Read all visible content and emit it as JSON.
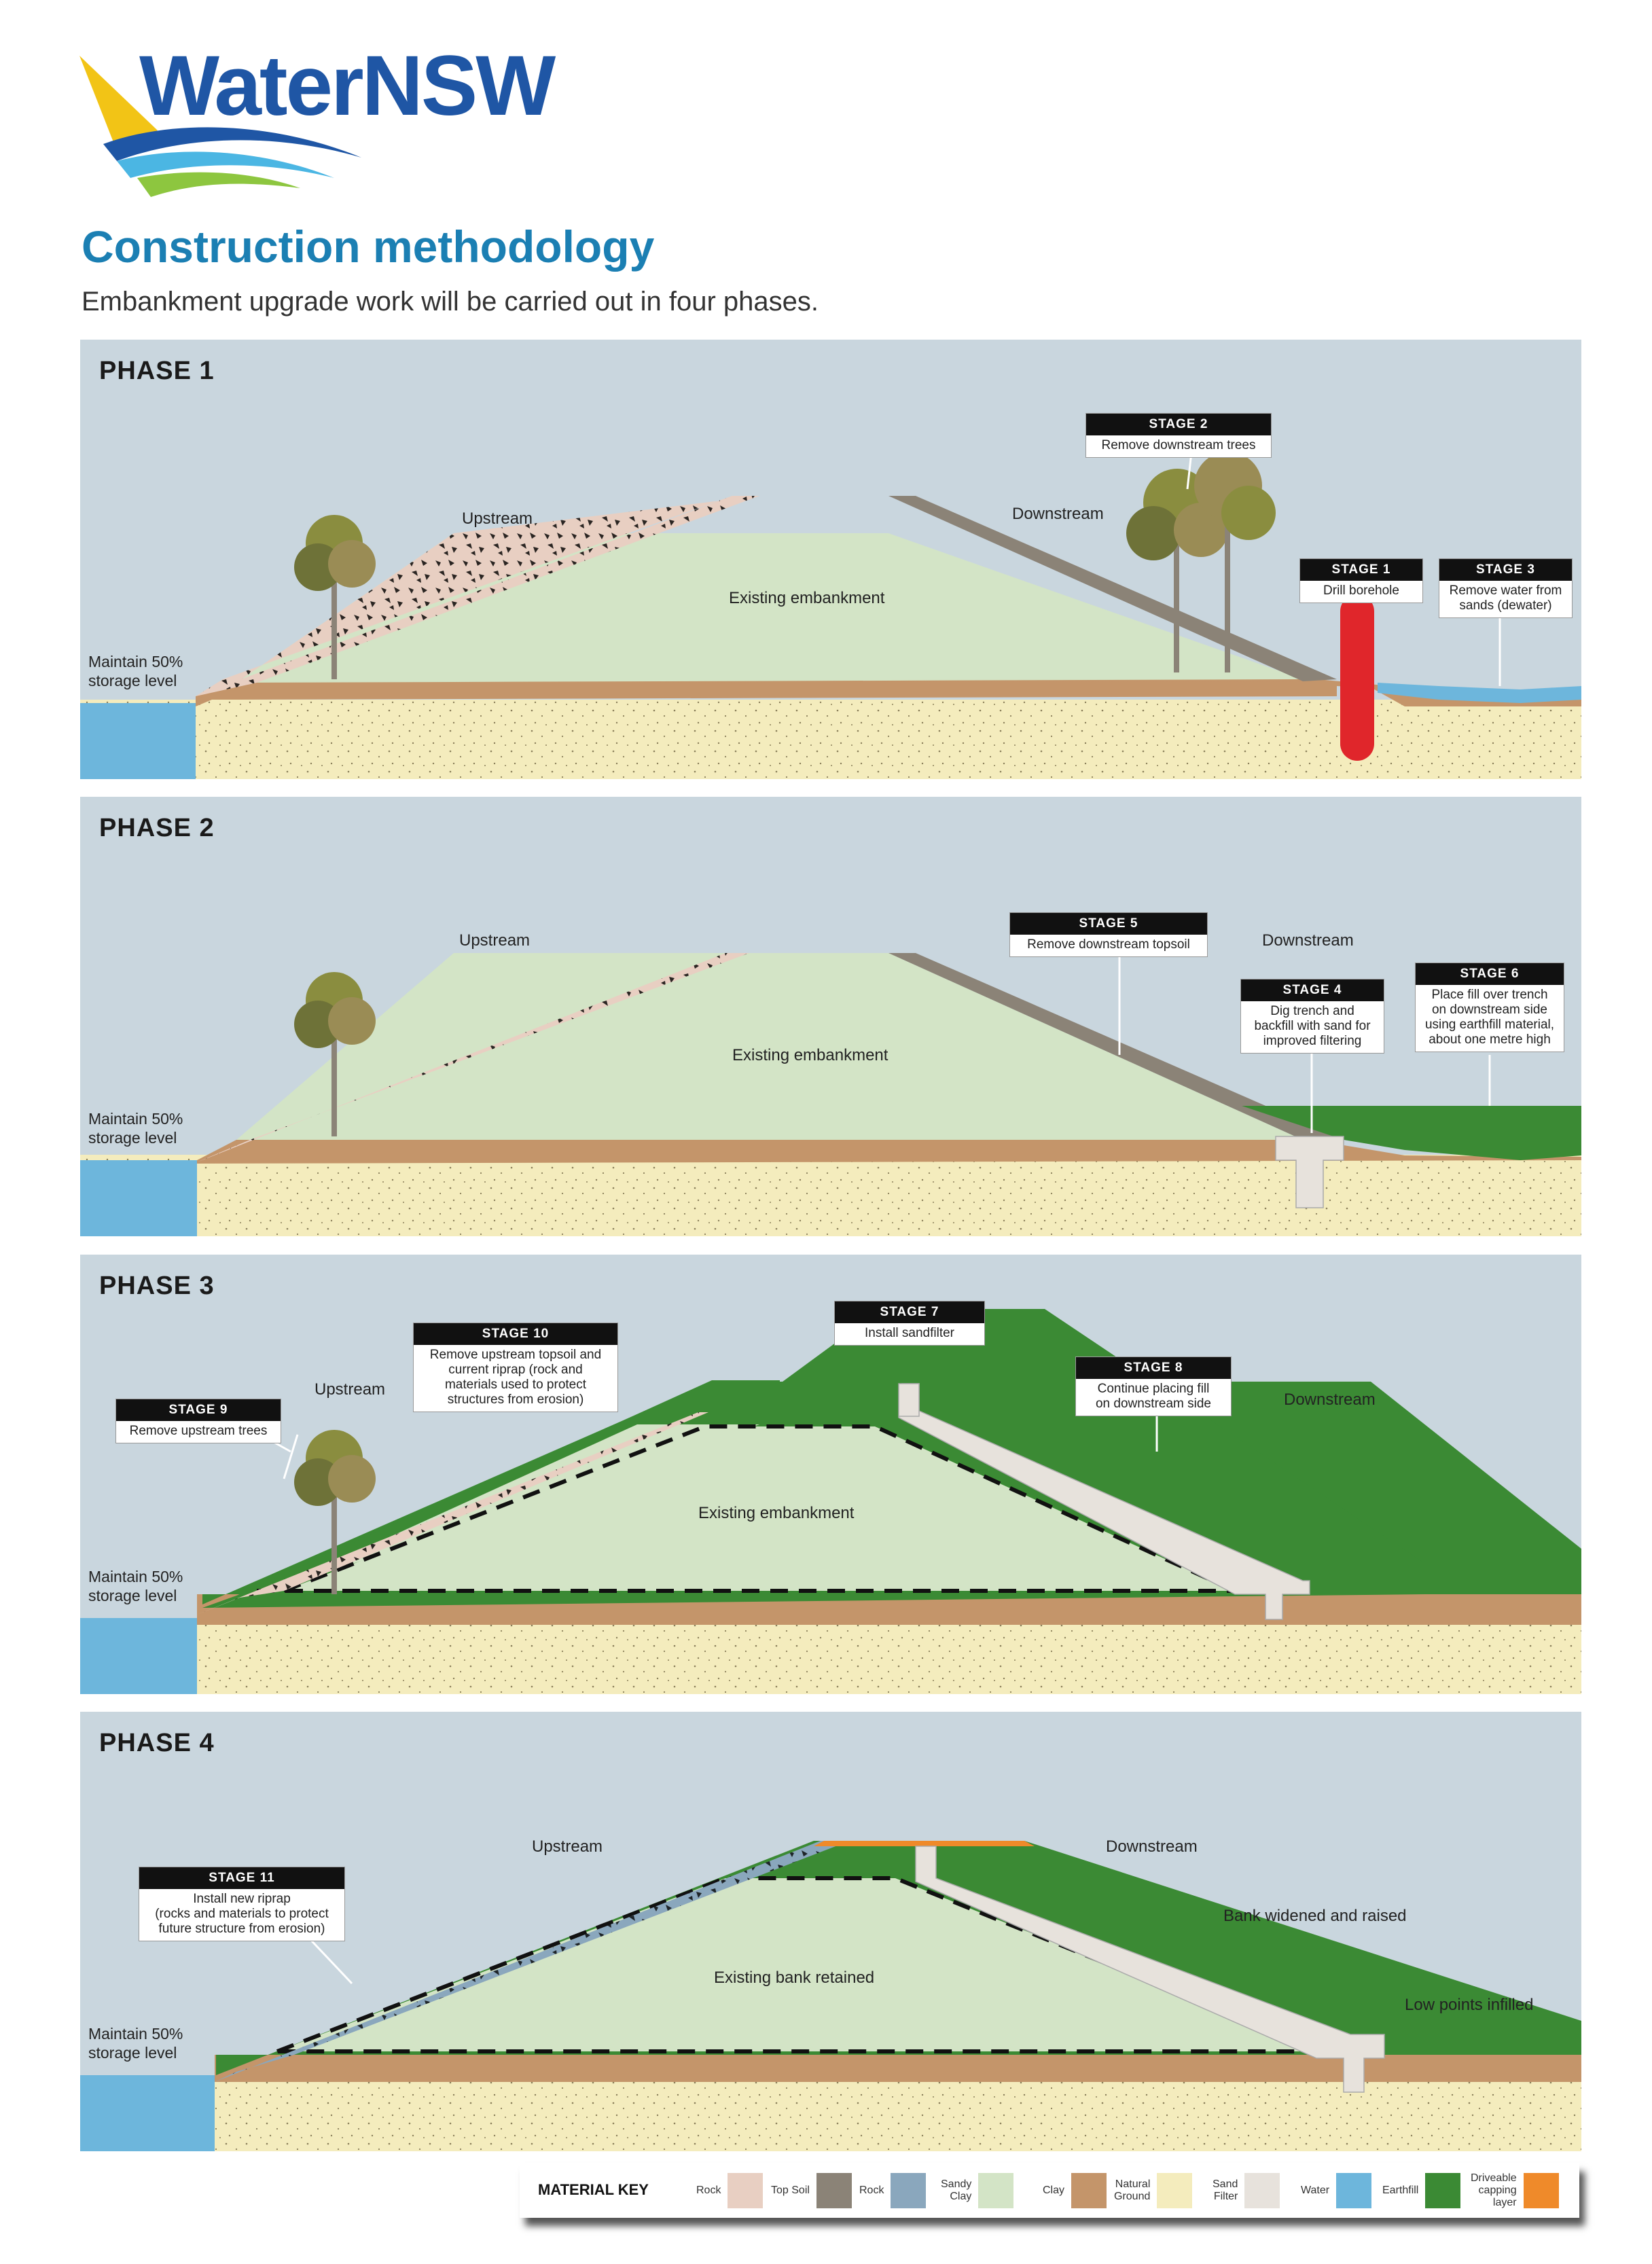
{
  "brand": {
    "name": "WaterNSW"
  },
  "header": {
    "title": "Construction methodology",
    "subtitle": "Embankment upgrade work will be carried out in four phases."
  },
  "phases": [
    {
      "label": "PHASE 1",
      "upstream": "Upstream",
      "downstream": "Downstream",
      "embankment": "Existing embankment",
      "maintain": [
        "Maintain 50%",
        "storage level"
      ],
      "stages": [
        {
          "title": "STAGE 2",
          "text": [
            "Remove downstream trees"
          ]
        },
        {
          "title": "STAGE 1",
          "text": [
            "Drill borehole"
          ]
        },
        {
          "title": "STAGE 3",
          "text": [
            "Remove water from",
            "sands (dewater)"
          ]
        }
      ]
    },
    {
      "label": "PHASE 2",
      "upstream": "Upstream",
      "downstream": "Downstream",
      "embankment": "Existing embankment",
      "maintain": [
        "Maintain 50%",
        "storage level"
      ],
      "stages": [
        {
          "title": "STAGE 5",
          "text": [
            "Remove downstream topsoil"
          ]
        },
        {
          "title": "STAGE 4",
          "text": [
            "Dig trench and",
            "backfill with sand for",
            "improved filtering"
          ]
        },
        {
          "title": "STAGE 6",
          "text": [
            "Place fill over trench",
            "on downstream side",
            "using earthfill material,",
            "about one metre high"
          ]
        }
      ]
    },
    {
      "label": "PHASE 3",
      "upstream": "Upstream",
      "downstream": "Downstream",
      "embankment": "Existing embankment",
      "maintain": [
        "Maintain 50%",
        "storage level"
      ],
      "stages": [
        {
          "title": "STAGE 10",
          "text": [
            "Remove upstream topsoil and",
            "current riprap (rock and",
            "materials used to protect",
            "structures from erosion)"
          ]
        },
        {
          "title": "STAGE 7",
          "text": [
            "Install sandfilter"
          ]
        },
        {
          "title": "STAGE 8",
          "text": [
            "Continue placing fill",
            "on downstream side"
          ]
        },
        {
          "title": "STAGE 9",
          "text": [
            "Remove upstream trees"
          ]
        }
      ]
    },
    {
      "label": "PHASE 4",
      "upstream": "Upstream",
      "downstream": "Downstream",
      "embankment": "Existing bank retained",
      "maintain": [
        "Maintain 50%",
        "storage level"
      ],
      "widened": "Bank widened and raised",
      "infilled": "Low points infilled",
      "stages": [
        {
          "title": "STAGE 11",
          "text": [
            "Install new riprap",
            "(rocks and materials to protect",
            "future structure from erosion)"
          ]
        }
      ]
    }
  ],
  "key": {
    "title": "MATERIAL KEY",
    "items": [
      {
        "name": [
          "Rock"
        ],
        "color": "#e8cfc2"
      },
      {
        "name": [
          "Top Soil"
        ],
        "color": "#8b8377"
      },
      {
        "name": [
          "Rock"
        ],
        "color": "#8aa7bd"
      },
      {
        "name": [
          "Sandy",
          "Clay"
        ],
        "color": "#d3e4c6"
      },
      {
        "name": [
          "Clay"
        ],
        "color": "#c4956a"
      },
      {
        "name": [
          "Natural",
          "Ground"
        ],
        "color": "#f4ecbd"
      },
      {
        "name": [
          "Sand",
          "Filter"
        ],
        "color": "#e7e2dc"
      },
      {
        "name": [
          "Water"
        ],
        "color": "#6db6dc"
      },
      {
        "name": [
          "Earthfill"
        ],
        "color": "#3b8a34"
      },
      {
        "name": [
          "Driveable",
          "capping",
          "layer"
        ],
        "color": "#ef8a2a"
      }
    ]
  }
}
